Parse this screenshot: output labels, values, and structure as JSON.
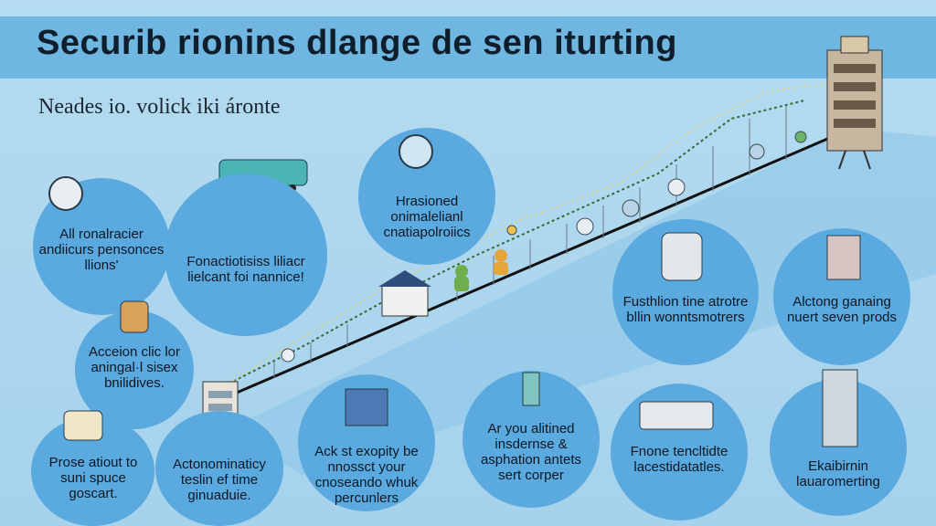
{
  "title": "Securib rionins dlange de sen iturting",
  "subtitle": "Neades io. volick iki áronte",
  "bubbles": [
    {
      "text": "All ronalracier andiicurs pensonces llions'"
    },
    {
      "text": "Acceion clic lor aningal·l sisex bnilidives."
    },
    {
      "text": "Prose atiout to suni spuce goscart."
    },
    {
      "text": "Fonactiotisiss liliacr lielcant foi nannice!"
    },
    {
      "text": "Actonominaticy teslin ef time ginuaduie."
    },
    {
      "text": "Hrasioned onimalelianl cnatiapolroiics"
    },
    {
      "text": "Ack st exopity be nnossct your cnoseando whuk percunlers"
    },
    {
      "text": "Ar you alitined insdernse & asphation antets sert corper"
    },
    {
      "text": "Fusthlion tine atrotre bllin wonntsmotrers"
    },
    {
      "text": "Fnone tencltidte lacestidatatles."
    },
    {
      "text": "Alctong ganaing nuert seven prods"
    },
    {
      "text": "Ekaibirnin lauaromerting"
    }
  ],
  "colors": {
    "bubble": "#5aa9df",
    "title_bar": "#6fb6e0",
    "background": "#a9d4ec",
    "rail": "#111111"
  }
}
